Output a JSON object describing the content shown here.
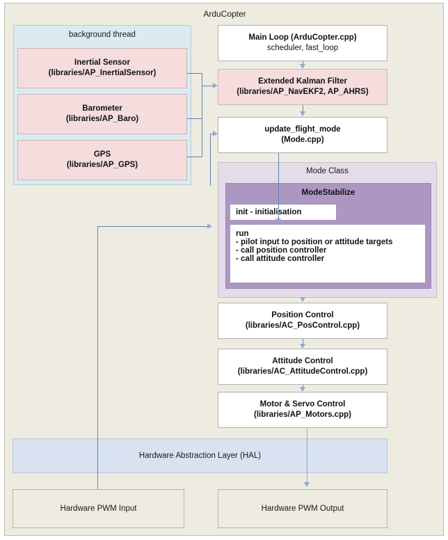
{
  "diagram": {
    "title": "ArduCopter",
    "background_thread": {
      "label": "background thread",
      "sensors": [
        {
          "name": "Inertial Sensor",
          "path": "(libraries/AP_InertialSensor)"
        },
        {
          "name": "Barometer",
          "path": "(libraries/AP_Baro)"
        },
        {
          "name": "GPS",
          "path": "(libraries/AP_GPS)"
        }
      ]
    },
    "pipeline": [
      {
        "name": "Main Loop (ArduCopter.cpp)",
        "sub": "scheduler, fast_loop",
        "style": "white"
      },
      {
        "name": "Extended Kalman Filter",
        "sub": "(libraries/AP_NavEKF2, AP_AHRS)",
        "style": "pink"
      },
      {
        "name": "update_flight_mode",
        "sub": "(Mode.cpp)",
        "style": "white"
      }
    ],
    "mode_class": {
      "label": "Mode Class",
      "mode_name": "ModeStabilize",
      "init_label": "init - initialisation",
      "run": {
        "heading": "run",
        "steps": [
          "- pilot input to position or attitude targets",
          "- call position controller",
          "- call attitude controller"
        ]
      }
    },
    "controllers": [
      {
        "name": "Position Control",
        "sub": "(libraries/AC_PosControl.cpp)"
      },
      {
        "name": "Attitude Control",
        "sub": "(libraries/AC_AttitudeControl.cpp)"
      },
      {
        "name": "Motor & Servo Control",
        "sub": "(libraries/AP_Motors.cpp)"
      }
    ],
    "hal": {
      "label": "Hardware Abstraction Layer (HAL)"
    },
    "hardware": [
      {
        "label": "Hardware PWM Input"
      },
      {
        "label": "Hardware PWM Output"
      }
    ],
    "colors": {
      "canvas_background": "#EEECE0",
      "sensor_pink": "#F5DDDD",
      "thread_blue": "#DCEBF2",
      "mode_class_purple": "#E4DCE8",
      "mode_stabilize_purple": "#AC97C2",
      "hal_blue": "#D9E2F0",
      "connector_blue": "#5B83B5",
      "arrow_blue": "#8FAACD"
    }
  }
}
